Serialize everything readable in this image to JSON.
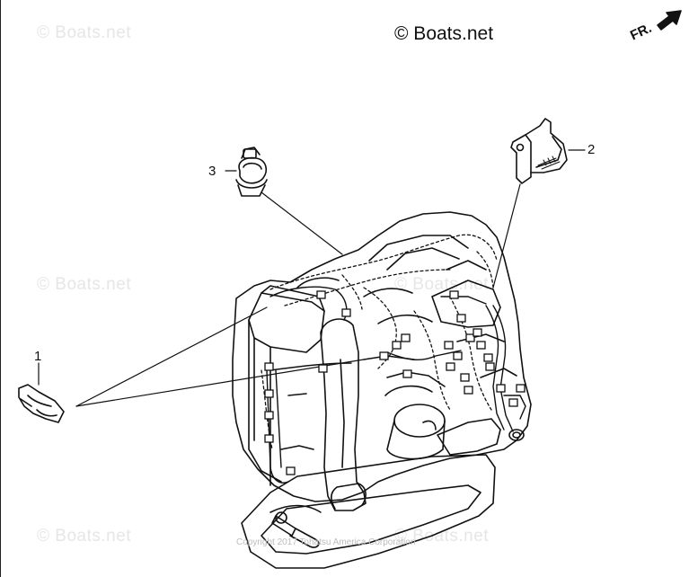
{
  "watermark": "© Boats.net",
  "brand_text": "© Boats.net",
  "direction_label": "FR.",
  "callouts": [
    "1",
    "2",
    "3"
  ],
  "copyright": "Copyright 2017 Tohatsu America Corporation"
}
